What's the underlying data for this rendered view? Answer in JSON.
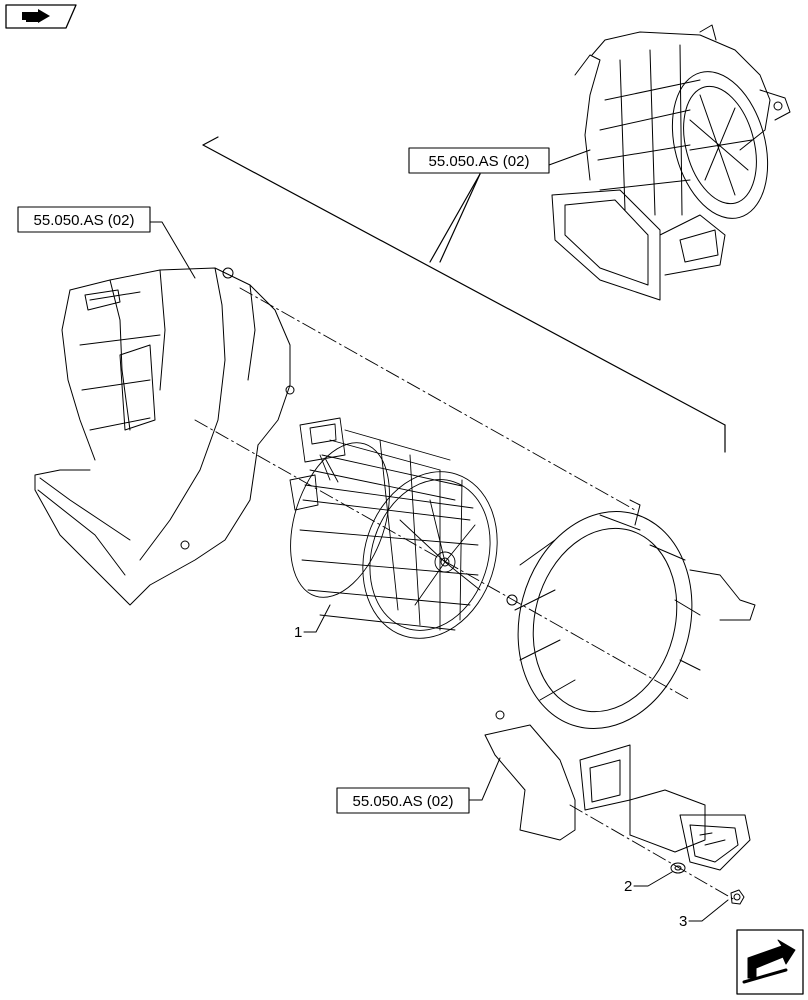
{
  "diagram": {
    "references": [
      {
        "label": "55.050.AS (02)"
      },
      {
        "label": "55.050.AS (02)"
      },
      {
        "label": "55.050.AS (02)"
      }
    ],
    "callouts": [
      {
        "number": "1"
      },
      {
        "number": "2"
      },
      {
        "number": "3"
      }
    ]
  }
}
